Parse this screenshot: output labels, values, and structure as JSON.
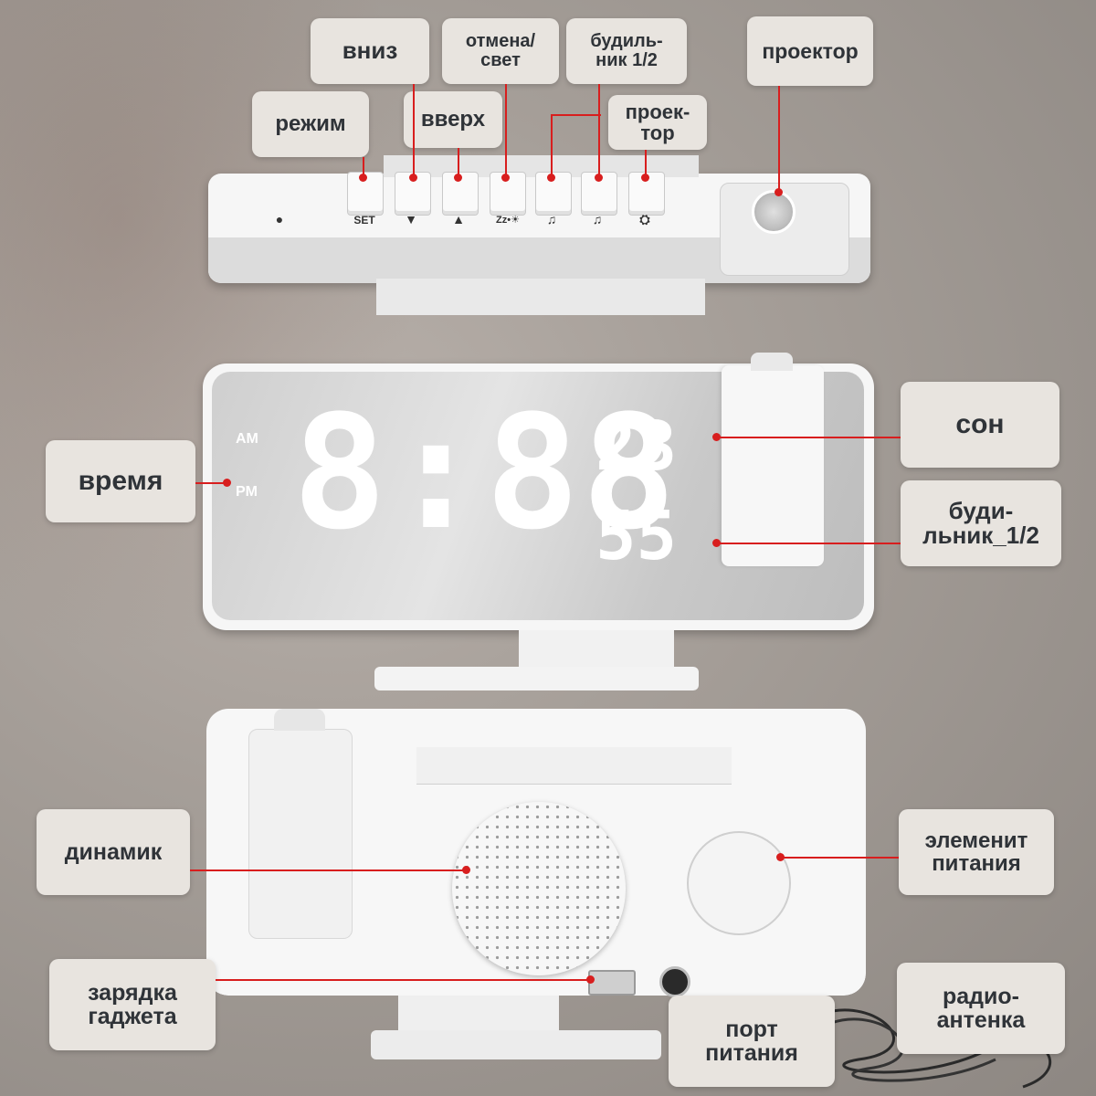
{
  "labels": {
    "down": "вниз",
    "cancel_light": "отмена/\nсвет",
    "alarm_12_top": "будиль-\nник 1/2",
    "projector_top": "проектор",
    "mode": "режим",
    "up": "вверх",
    "projector_btn": "проек-\nтор",
    "time": "время",
    "sleep": "сон",
    "alarm_12_side": "буди-\nльник_1/2",
    "speaker": "динамик",
    "battery": "элеменит\nпитания",
    "charging": "зарядка\nгаджета",
    "power_port": "порт\nпитания",
    "radio_antenna": "радио-\nантенка"
  },
  "buttons": {
    "set": "SET",
    "down": "▼",
    "up": "▲",
    "snooze": "Zz•☀",
    "alarm1": "♫",
    "alarm2": "♫",
    "projector": "⛭"
  },
  "display": {
    "am": "AM",
    "pm": "PM",
    "time": "8:88",
    "small_top": "23",
    "small_bottom": "55"
  },
  "colors": {
    "accent_line": "#d81e1e",
    "label_bg": "#e8e4df",
    "label_text": "#2f3338"
  }
}
